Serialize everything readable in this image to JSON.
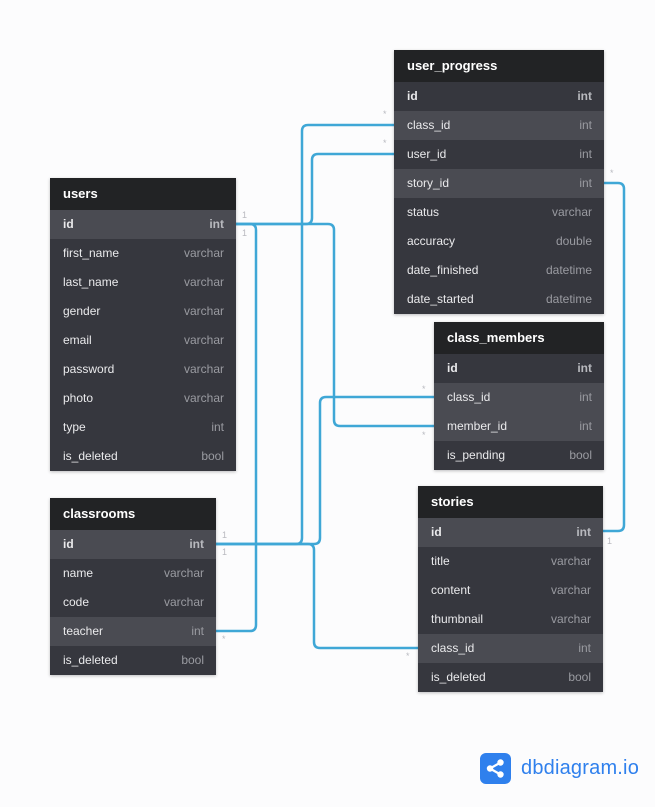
{
  "tables": {
    "user_progress": {
      "name": "user_progress",
      "fields": [
        {
          "name": "id",
          "type": "int"
        },
        {
          "name": "class_id",
          "type": "int"
        },
        {
          "name": "user_id",
          "type": "int"
        },
        {
          "name": "story_id",
          "type": "int"
        },
        {
          "name": "status",
          "type": "varchar"
        },
        {
          "name": "accuracy",
          "type": "double"
        },
        {
          "name": "date_finished",
          "type": "datetime"
        },
        {
          "name": "date_started",
          "type": "datetime"
        }
      ]
    },
    "users": {
      "name": "users",
      "fields": [
        {
          "name": "id",
          "type": "int"
        },
        {
          "name": "first_name",
          "type": "varchar"
        },
        {
          "name": "last_name",
          "type": "varchar"
        },
        {
          "name": "gender",
          "type": "varchar"
        },
        {
          "name": "email",
          "type": "varchar"
        },
        {
          "name": "password",
          "type": "varchar"
        },
        {
          "name": "photo",
          "type": "varchar"
        },
        {
          "name": "type",
          "type": "int"
        },
        {
          "name": "is_deleted",
          "type": "bool"
        }
      ]
    },
    "class_members": {
      "name": "class_members",
      "fields": [
        {
          "name": "id",
          "type": "int"
        },
        {
          "name": "class_id",
          "type": "int"
        },
        {
          "name": "member_id",
          "type": "int"
        },
        {
          "name": "is_pending",
          "type": "bool"
        }
      ]
    },
    "classrooms": {
      "name": "classrooms",
      "fields": [
        {
          "name": "id",
          "type": "int"
        },
        {
          "name": "name",
          "type": "varchar"
        },
        {
          "name": "code",
          "type": "varchar"
        },
        {
          "name": "teacher",
          "type": "int"
        },
        {
          "name": "is_deleted",
          "type": "bool"
        }
      ]
    },
    "stories": {
      "name": "stories",
      "fields": [
        {
          "name": "id",
          "type": "int"
        },
        {
          "name": "title",
          "type": "varchar"
        },
        {
          "name": "content",
          "type": "varchar"
        },
        {
          "name": "thumbnail",
          "type": "varchar"
        },
        {
          "name": "class_id",
          "type": "int"
        },
        {
          "name": "is_deleted",
          "type": "bool"
        }
      ]
    }
  },
  "cardinality": {
    "one": "1",
    "many": "*"
  },
  "brand": {
    "name": "dbdiagram.io",
    "icon": "share-nodes-icon",
    "color": "#2f80ed"
  },
  "colors": {
    "link": "#3fa7d6",
    "header": "#222325",
    "body": "#36373e",
    "highlight": "#4a4b52"
  }
}
